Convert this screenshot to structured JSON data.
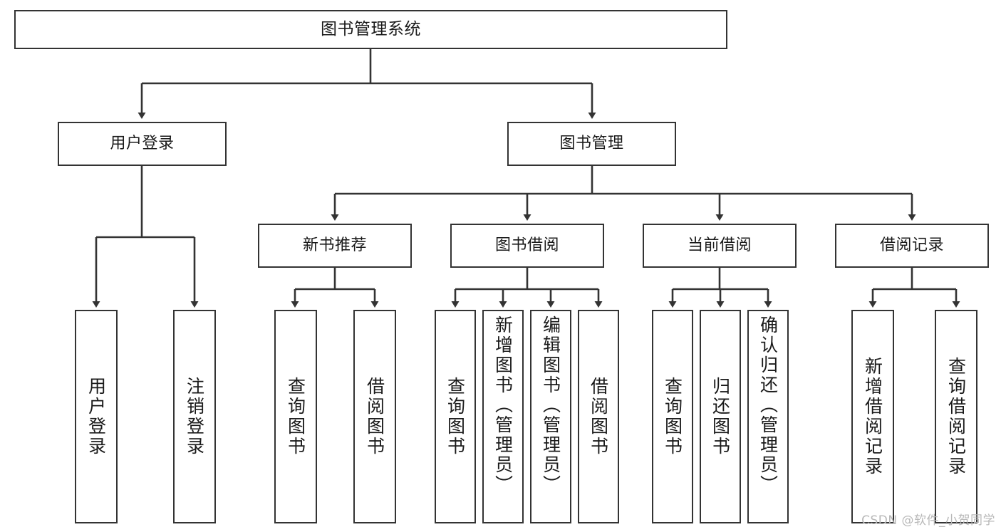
{
  "diagram": {
    "title": "图书管理系统",
    "type": "functional-structure-tree",
    "colors": {
      "box_border": "#333333",
      "box_fill": "#ffffff",
      "edge": "#333333",
      "text": "#1a1a1a",
      "watermark": "#b8b8b8",
      "background": "#ffffff"
    },
    "nodes": {
      "root": {
        "label": "图书管理系统"
      },
      "level2": [
        {
          "id": "user-login",
          "label": "用户登录"
        },
        {
          "id": "book-manage",
          "label": "图书管理"
        }
      ],
      "level3": [
        {
          "id": "new-book-recommend",
          "label": "新书推荐"
        },
        {
          "id": "book-borrow",
          "label": "图书借阅"
        },
        {
          "id": "current-borrow",
          "label": "当前借阅"
        },
        {
          "id": "borrow-record",
          "label": "借阅记录"
        }
      ],
      "leaves": {
        "user-login": [
          {
            "id": "leaf-user-login",
            "label": "用户登录"
          },
          {
            "id": "leaf-logout-login",
            "label": "注销登录"
          }
        ],
        "new-book-recommend": [
          {
            "id": "leaf-query-book-1",
            "label": "查询图书"
          },
          {
            "id": "leaf-borrow-book-1",
            "label": "借阅图书"
          }
        ],
        "book-borrow": [
          {
            "id": "leaf-query-book-2",
            "label": "查询图书"
          },
          {
            "id": "leaf-add-book",
            "label": "新增图书（管理员）"
          },
          {
            "id": "leaf-edit-book",
            "label": "编辑图书（管理员）"
          },
          {
            "id": "leaf-borrow-book-2",
            "label": "借阅图书"
          }
        ],
        "current-borrow": [
          {
            "id": "leaf-query-book-3",
            "label": "查询图书"
          },
          {
            "id": "leaf-return-book",
            "label": "归还图书"
          },
          {
            "id": "leaf-confirm-return",
            "label": "确认归还（管理员）"
          }
        ],
        "borrow-record": [
          {
            "id": "leaf-add-record",
            "label": "新增借阅记录"
          },
          {
            "id": "leaf-query-record",
            "label": "查询借阅记录"
          }
        ]
      }
    },
    "watermark": "CSDN @软件_小贺同学"
  }
}
